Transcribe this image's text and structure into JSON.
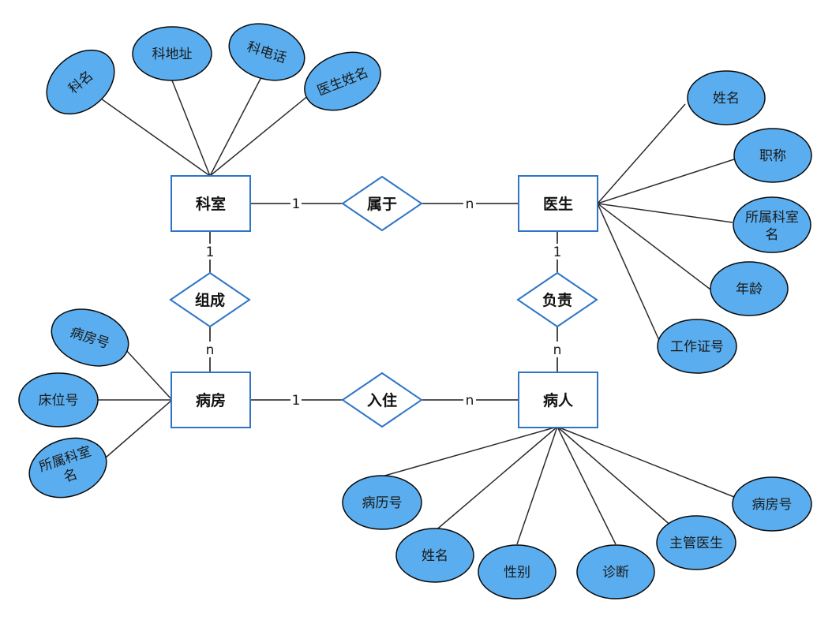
{
  "entities": {
    "department": "科室",
    "doctor": "医生",
    "ward": "病房",
    "patient": "病人"
  },
  "relations": {
    "belongs_to": "属于",
    "composes": "组成",
    "responsible": "负责",
    "stays_in": "入住"
  },
  "cardinality": {
    "department_belongs": "1",
    "belongs_doctor": "n",
    "department_composes": "1",
    "composes_ward": "n",
    "doctor_responsible": "1",
    "responsible_patient": "n",
    "ward_stays": "1",
    "stays_patient": "n"
  },
  "attributes": {
    "department": {
      "dept_name": "科名",
      "dept_address": "科地址",
      "dept_phone": "科电话",
      "dept_doctor_name": "医生姓名"
    },
    "doctor": {
      "name": "姓名",
      "title": "职称",
      "dept_line1": "所属科室",
      "dept_line2": "名",
      "age": "年龄",
      "work_id": "工作证号"
    },
    "ward": {
      "ward_no": "病房号",
      "bed_no": "床位号",
      "dept_line1": "所属科室",
      "dept_line2": "名"
    },
    "patient": {
      "record_no": "病历号",
      "name": "姓名",
      "gender": "性别",
      "diagnosis": "诊断",
      "attending_doctor": "主管医生",
      "ward_no": "病房号"
    }
  },
  "colors": {
    "entity_border": "#2e75c8",
    "attribute_fill": "#5aaeef",
    "line": "#2b2b2b"
  }
}
